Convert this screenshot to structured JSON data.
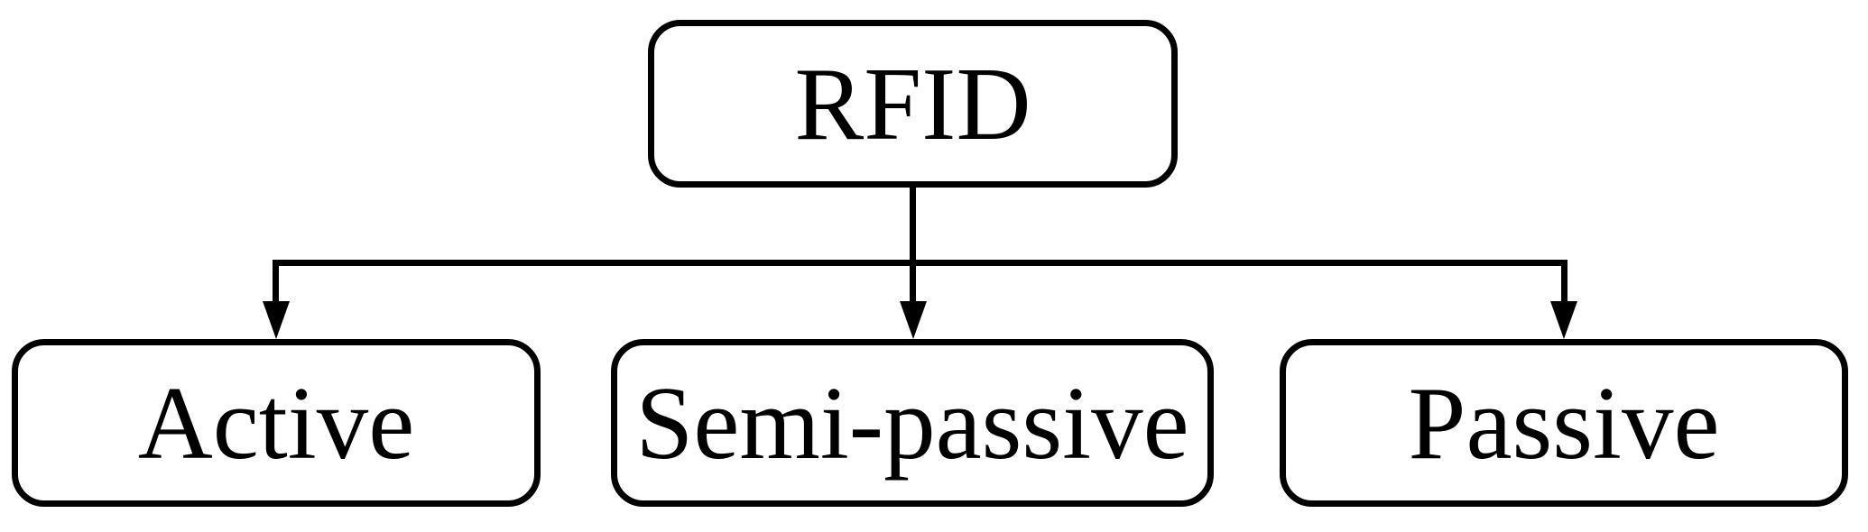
{
  "diagram": {
    "type": "flowchart",
    "root": {
      "label": "RFID"
    },
    "children": [
      {
        "label": "Active"
      },
      {
        "label": "Semi-passive"
      },
      {
        "label": "Passive"
      }
    ],
    "colors": {
      "line": "#000000",
      "text": "#000000",
      "box_fill": "#ffffff",
      "background": "#ffffff"
    }
  }
}
